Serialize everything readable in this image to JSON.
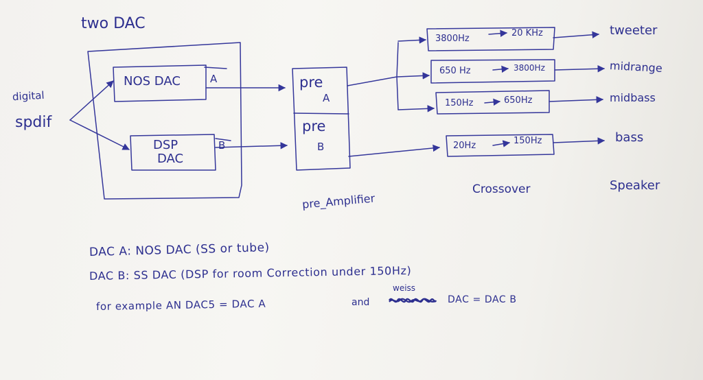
{
  "title": "two DAC",
  "input": {
    "line1": "digital",
    "line2": "spdif"
  },
  "dacs": [
    {
      "label": "NOS DAC",
      "tag": "A"
    },
    {
      "label_line1": "DSP",
      "label_line2": "DAC",
      "tag": "B"
    }
  ],
  "preamp": {
    "a_line1": "pre",
    "a_line2": "A",
    "b_line1": "pre",
    "b_line2": "B",
    "caption": "pre_Amplifier"
  },
  "crossover": {
    "caption": "Crossover",
    "bands": [
      {
        "from": "3800Hz",
        "to": "20 KHz"
      },
      {
        "from": "650 Hz",
        "to": "3800Hz"
      },
      {
        "from": "150Hz",
        "to": "650Hz"
      },
      {
        "from": "20Hz",
        "to": "150Hz"
      }
    ]
  },
  "speaker": {
    "caption": "Speaker",
    "outputs": [
      "tweeter",
      "midrange",
      "midbass",
      "bass"
    ]
  },
  "notes": {
    "line1": "DAC A:  NOS DAC  (SS or tube)",
    "line2": "DAC B:  SS  DAC  (DSP for room Correction  under  150Hz)",
    "line3_a": "for example  AN DAC5 = DAC A",
    "line3_and": "and",
    "line3_weiss": "weiss",
    "line3_b": "DAC = DAC B"
  },
  "colors": {
    "ink": "#2d2f8f",
    "paper": "#f5f4f1"
  }
}
